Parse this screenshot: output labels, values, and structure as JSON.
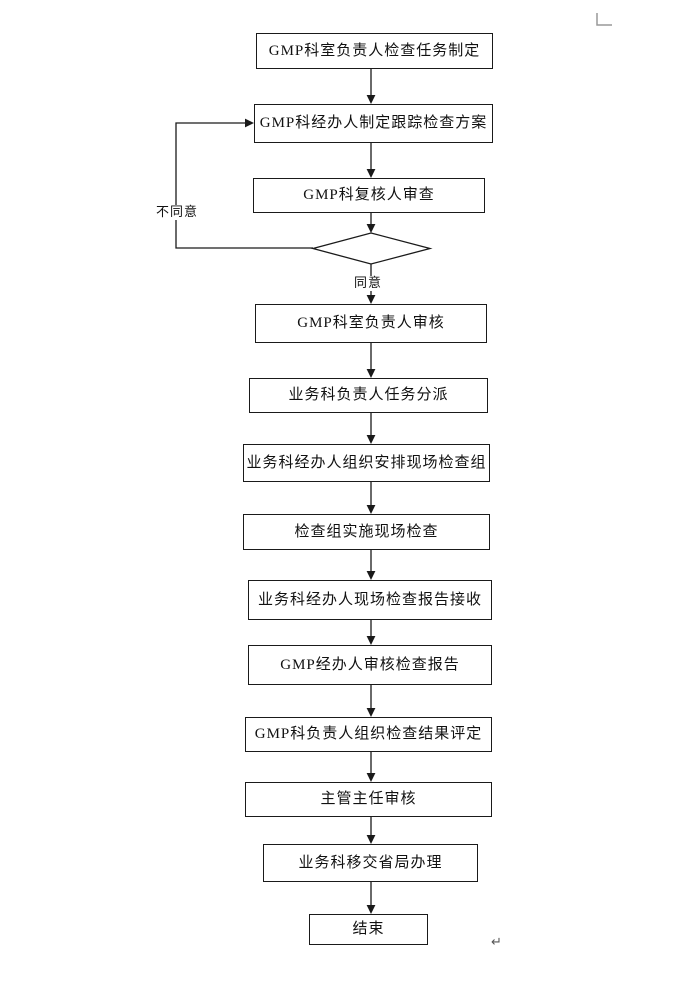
{
  "page": {
    "background": "#ffffff",
    "paragraph_mark": "↵"
  },
  "flowchart": {
    "type": "flowchart",
    "nodes": [
      {
        "id": 1,
        "shape": "rect",
        "label": "GMP科室负责人检查任务制定"
      },
      {
        "id": 2,
        "shape": "rect",
        "label": "GMP科经办人制定跟踪检查方案"
      },
      {
        "id": 3,
        "shape": "rect",
        "label": "GMP科复核人审查"
      },
      {
        "id": 4,
        "shape": "rect",
        "label": "GMP科室负责人审核"
      },
      {
        "id": 5,
        "shape": "rect",
        "label": "业务科负责人任务分派"
      },
      {
        "id": 6,
        "shape": "rect",
        "label": "业务科经办人组织安排现场检查组"
      },
      {
        "id": 7,
        "shape": "rect",
        "label": "检查组实施现场检查"
      },
      {
        "id": 8,
        "shape": "rect",
        "label": "业务科经办人现场检查报告接收"
      },
      {
        "id": 9,
        "shape": "rect",
        "label": "GMP经办人审核检查报告"
      },
      {
        "id": 10,
        "shape": "rect",
        "label": "GMP科负责人组织检查结果评定"
      },
      {
        "id": 11,
        "shape": "rect",
        "label": "主管主任审核"
      },
      {
        "id": 12,
        "shape": "rect",
        "label": "业务科移交省局办理"
      },
      {
        "id": 13,
        "shape": "rect",
        "label": "结束"
      }
    ],
    "decision": {
      "shape": "diamond",
      "label": "",
      "branches": {
        "agree": "同意",
        "disagree": "不同意"
      }
    },
    "edges": [
      {
        "from": 1,
        "to": 2
      },
      {
        "from": 2,
        "to": 3
      },
      {
        "from": 3,
        "to": "decision"
      },
      {
        "from": "decision",
        "to": 4,
        "label": "同意"
      },
      {
        "from": "decision",
        "to": 2,
        "label": "不同意"
      },
      {
        "from": 4,
        "to": 5
      },
      {
        "from": 5,
        "to": 6
      },
      {
        "from": 6,
        "to": 7
      },
      {
        "from": 7,
        "to": 8
      },
      {
        "from": 8,
        "to": 9
      },
      {
        "from": 9,
        "to": 10
      },
      {
        "from": 10,
        "to": 11
      },
      {
        "from": 11,
        "to": 12
      },
      {
        "from": 12,
        "to": 13
      }
    ],
    "colors": {
      "line": "#1a1a1a",
      "box_border": "#1a1a1a",
      "text": "#111111",
      "boundary_mark": "#999999"
    }
  }
}
